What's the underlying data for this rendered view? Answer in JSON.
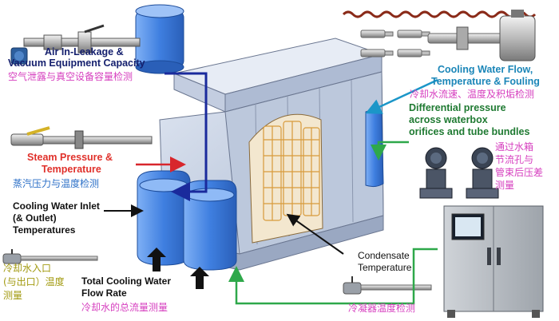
{
  "labels": {
    "air_en_1": "Air In-Leakage &",
    "air_en_2": "Vacuum Equipment  Capacity",
    "air_cn": "空气泄露与真空设备容量检测",
    "steam_en_1": "Steam Pressure &",
    "steam_en_2": "Temperature",
    "steam_cn": "蒸汽压力与温度检测",
    "cw_inlet_1": "Cooling Water Inlet",
    "cw_inlet_2": "(& Outlet)",
    "cw_inlet_3": "Temperatures",
    "cw_inlet_cn_1": "冷却水入口",
    "cw_inlet_cn_2": "(与出口）温度",
    "cw_inlet_cn_3": "测量",
    "flow_en_1": "Total Cooling Water",
    "flow_en_2": "Flow Rate",
    "flow_cn": "冷却水的总流量测量",
    "cond_en_1": "Condensate",
    "cond_en_2": "Temperature",
    "cond_cn": "冷凝器温度检测",
    "cwf_en_1": "Cooling Water Flow,",
    "cwf_en_2": "Temperature & Fouling",
    "cwf_cn": "冷却水流速、温度及积垢检测",
    "dp_en_1": "Differential pressure",
    "dp_en_2": "across waterbox",
    "dp_en_3": "orifices and tube bundles",
    "dp_cn_1": "通过水箱",
    "dp_cn_2": "节流孔与",
    "dp_cn_3": "管束后压差",
    "dp_cn_4": "测量"
  },
  "colors": {
    "navy": "#15206e",
    "red": "#e0312b",
    "teal": "#1b86b8",
    "green": "#1f7a32",
    "magenta": "#d63fbf",
    "blue_cn": "#2b6fc7",
    "olive": "#a29a10",
    "condenser_body": "#c9d3e4",
    "waterbox_blue": "#4a86e8",
    "tube_orange": "#d89a3a"
  }
}
